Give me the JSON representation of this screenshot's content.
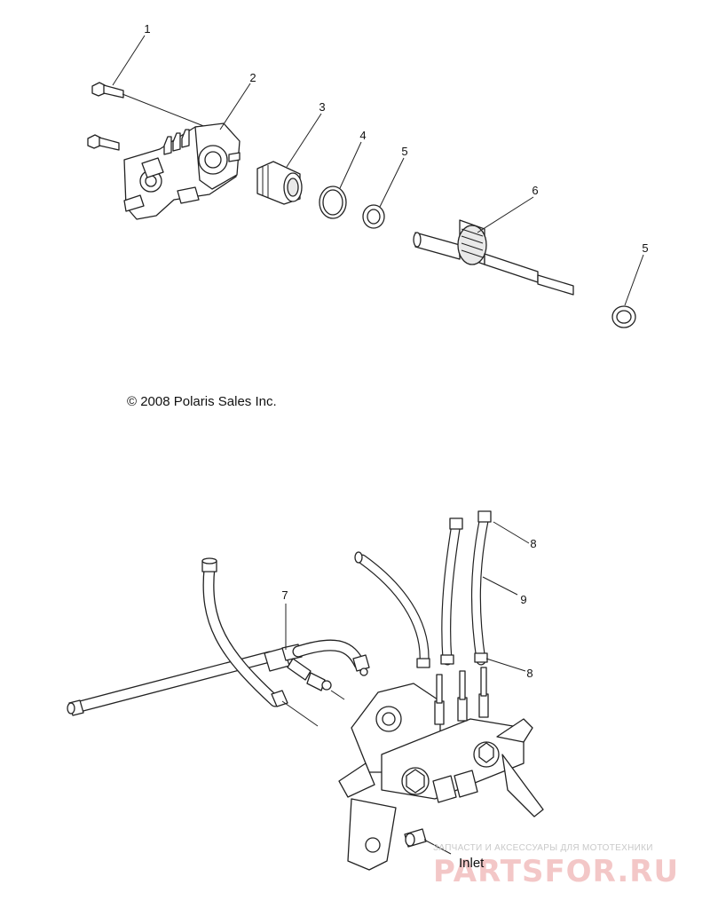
{
  "callouts": {
    "c1": "1",
    "c2": "2",
    "c3": "3",
    "c4": "4",
    "c5a": "5",
    "c6": "6",
    "c5b": "5",
    "c7": "7",
    "c8a": "8",
    "c9": "9",
    "c8b": "8"
  },
  "copyright": "© 2008 Polaris Sales Inc.",
  "inlet_label": "Inlet",
  "watermark": {
    "tagline": "ЗАПЧАСТИ И АКСЕССУАРЫ ДЛЯ МОТОТЕХНИКИ",
    "brand": "PARTSFOR.RU"
  },
  "colors": {
    "line": "#222222",
    "background": "#ffffff",
    "watermark": "#f3c7c7"
  }
}
